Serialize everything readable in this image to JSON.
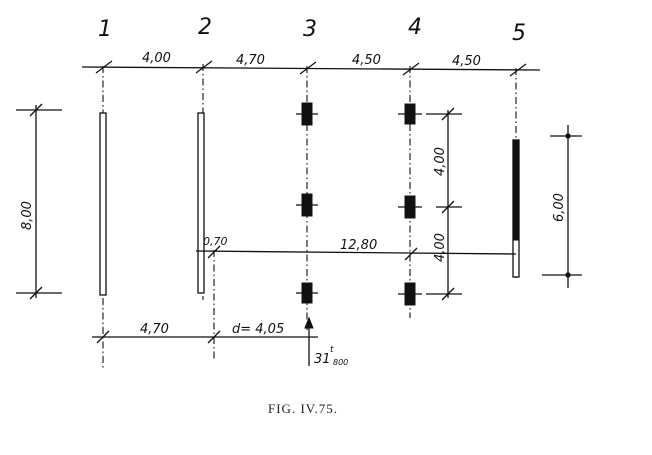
{
  "axes": [
    "1",
    "2",
    "3",
    "4",
    "5"
  ],
  "top_dims": [
    "4,00",
    "4,70",
    "4,50",
    "4,50"
  ],
  "left_dim": "8,00",
  "right_dims_col4": [
    "4,00",
    "4,00"
  ],
  "right_dim_col5": "6,00",
  "mid_small_dim": "0,70",
  "mid_long_dim": "12,80",
  "bottom_dims": [
    "4,70",
    "d= 4,05"
  ],
  "force_label": "31",
  "force_unit": "t",
  "force_sub": "800",
  "caption": "FIG. IV.75."
}
